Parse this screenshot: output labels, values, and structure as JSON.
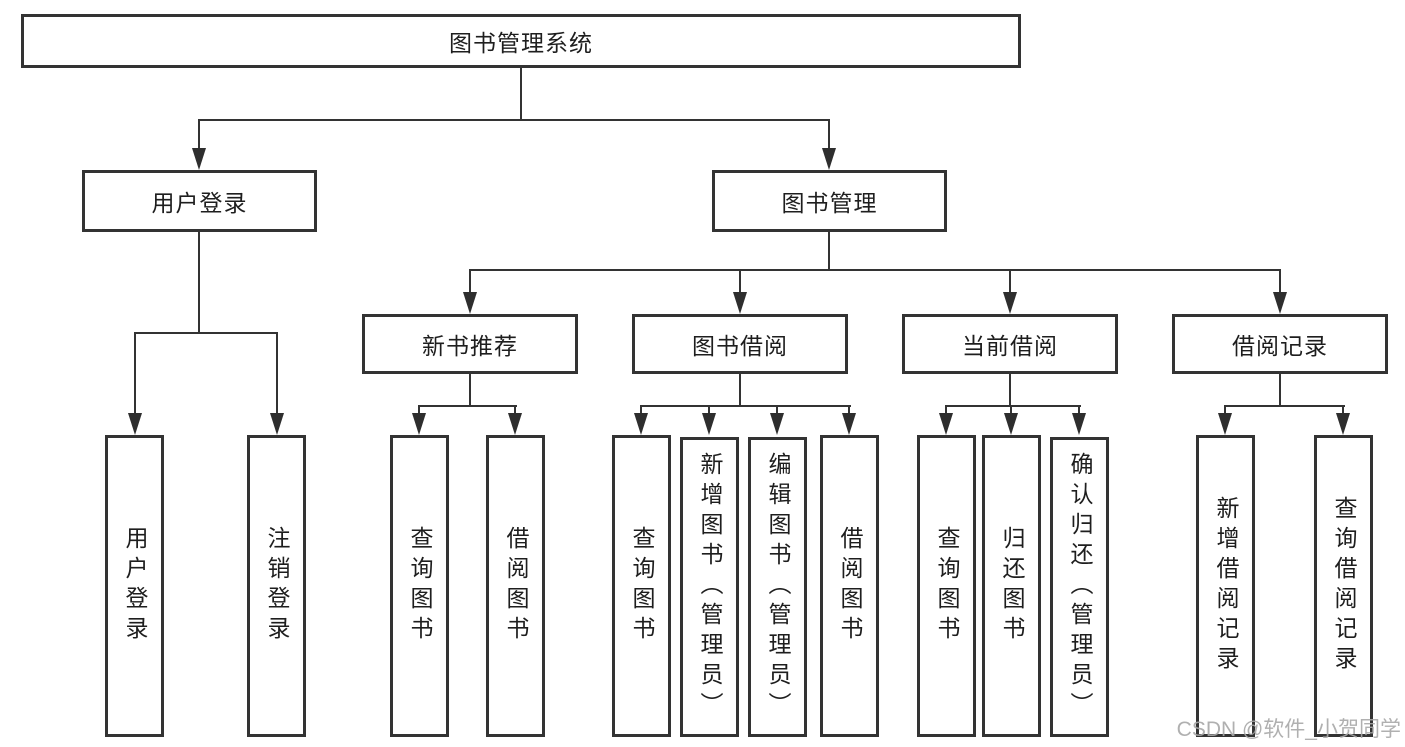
{
  "nodes": {
    "root": {
      "label": "图书管理系统"
    },
    "user_login": {
      "label": "用户登录"
    },
    "book_mgmt": {
      "label": "图书管理"
    },
    "new_book_rec": {
      "label": "新书推荐"
    },
    "book_borrow": {
      "label": "图书借阅"
    },
    "current_borrow": {
      "label": "当前借阅"
    },
    "borrow_records": {
      "label": "借阅记录"
    },
    "ul_user_login": {
      "label": "用户登录"
    },
    "ul_logout": {
      "label": "注销登录"
    },
    "nbr_query_book": {
      "label": "查询图书"
    },
    "nbr_borrow_book": {
      "label": "借阅图书"
    },
    "bb_query_book": {
      "label": "查询图书"
    },
    "bb_add_book": {
      "label": "新增图书（管理员）"
    },
    "bb_edit_book": {
      "label": "编辑图书（管理员）"
    },
    "bb_borrow_book": {
      "label": "借阅图书"
    },
    "cb_query_book": {
      "label": "查询图书"
    },
    "cb_return_book": {
      "label": "归还图书"
    },
    "cb_confirm_return": {
      "label": "确认归还（管理员）"
    },
    "br_add_record": {
      "label": "新增借阅记录"
    },
    "br_query_record": {
      "label": "查询借阅记录"
    }
  },
  "hierarchy": {
    "图书管理系统": {
      "用户登录": [
        "用户登录",
        "注销登录"
      ],
      "图书管理": {
        "新书推荐": [
          "查询图书",
          "借阅图书"
        ],
        "图书借阅": [
          "查询图书",
          "新增图书（管理员）",
          "编辑图书（管理员）",
          "借阅图书"
        ],
        "当前借阅": [
          "查询图书",
          "归还图书",
          "确认归还（管理员）"
        ],
        "借阅记录": [
          "新增借阅记录",
          "查询借阅记录"
        ]
      }
    }
  },
  "watermark": {
    "text": "CSDN @软件_小贺同学"
  },
  "colors": {
    "line": "#333333",
    "text": "#1e1e1e",
    "background": "#ffffff",
    "watermark": "#a8a8a8"
  }
}
